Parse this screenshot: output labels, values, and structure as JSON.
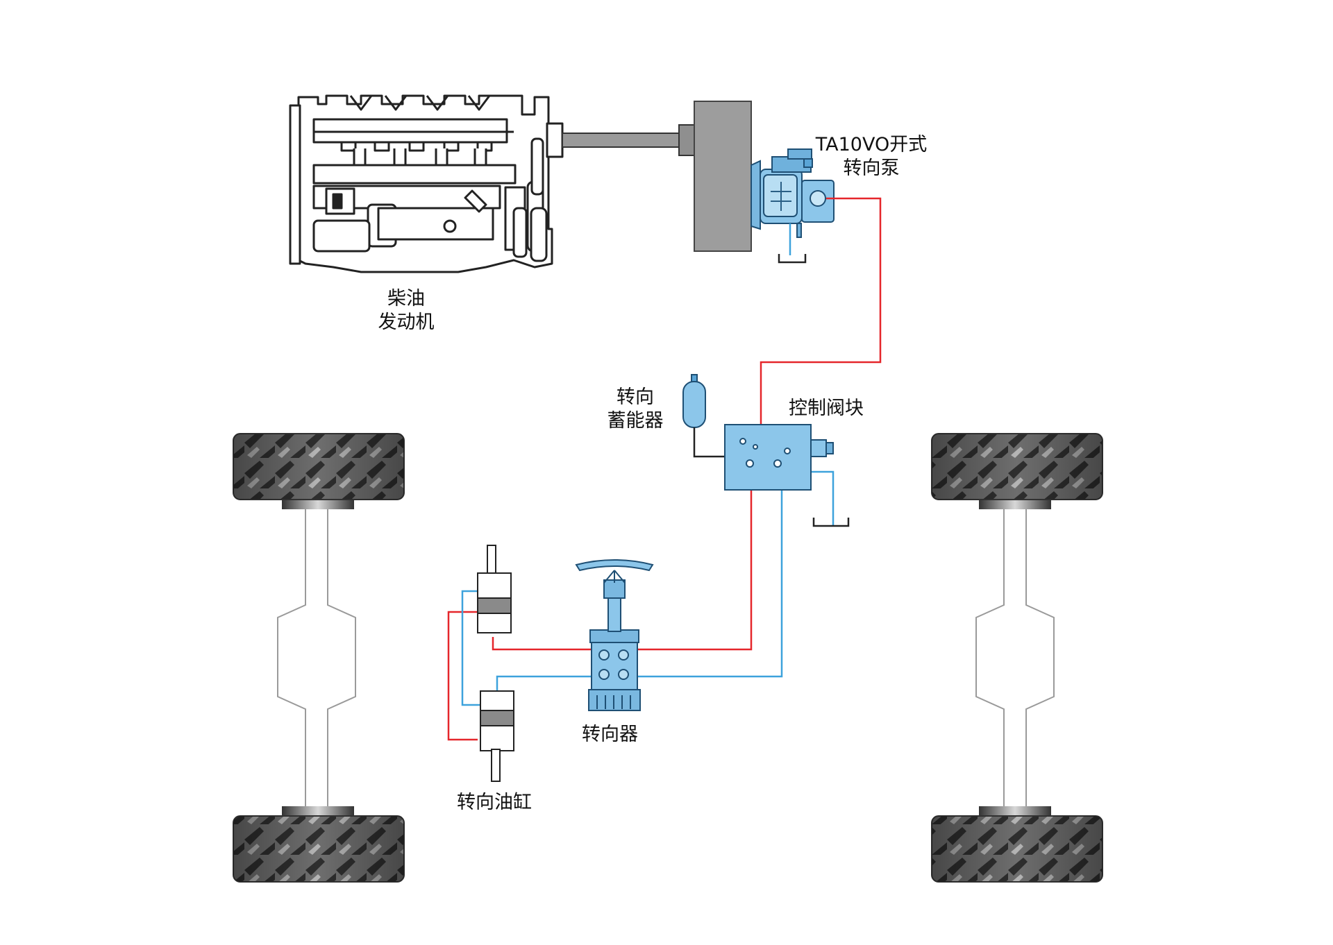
{
  "labels": {
    "engine_line1": "柴油",
    "engine_line2": "发动机",
    "pump_line1": "TA10VO开式",
    "pump_line2": "转向泵",
    "accumulator_line1": "转向",
    "accumulator_line2": "蓄能器",
    "valve_block": "控制阀块",
    "steering_unit": "转向器",
    "steering_cylinder": "转向油缸"
  },
  "colors": {
    "pressure_line": "#e5262b",
    "return_line": "#3da2dc",
    "hydraulic_component": "#8ec7ea",
    "frame_gray": "#9a9a9a",
    "tire_dark": "#4a4a4a",
    "outline": "#222222"
  }
}
